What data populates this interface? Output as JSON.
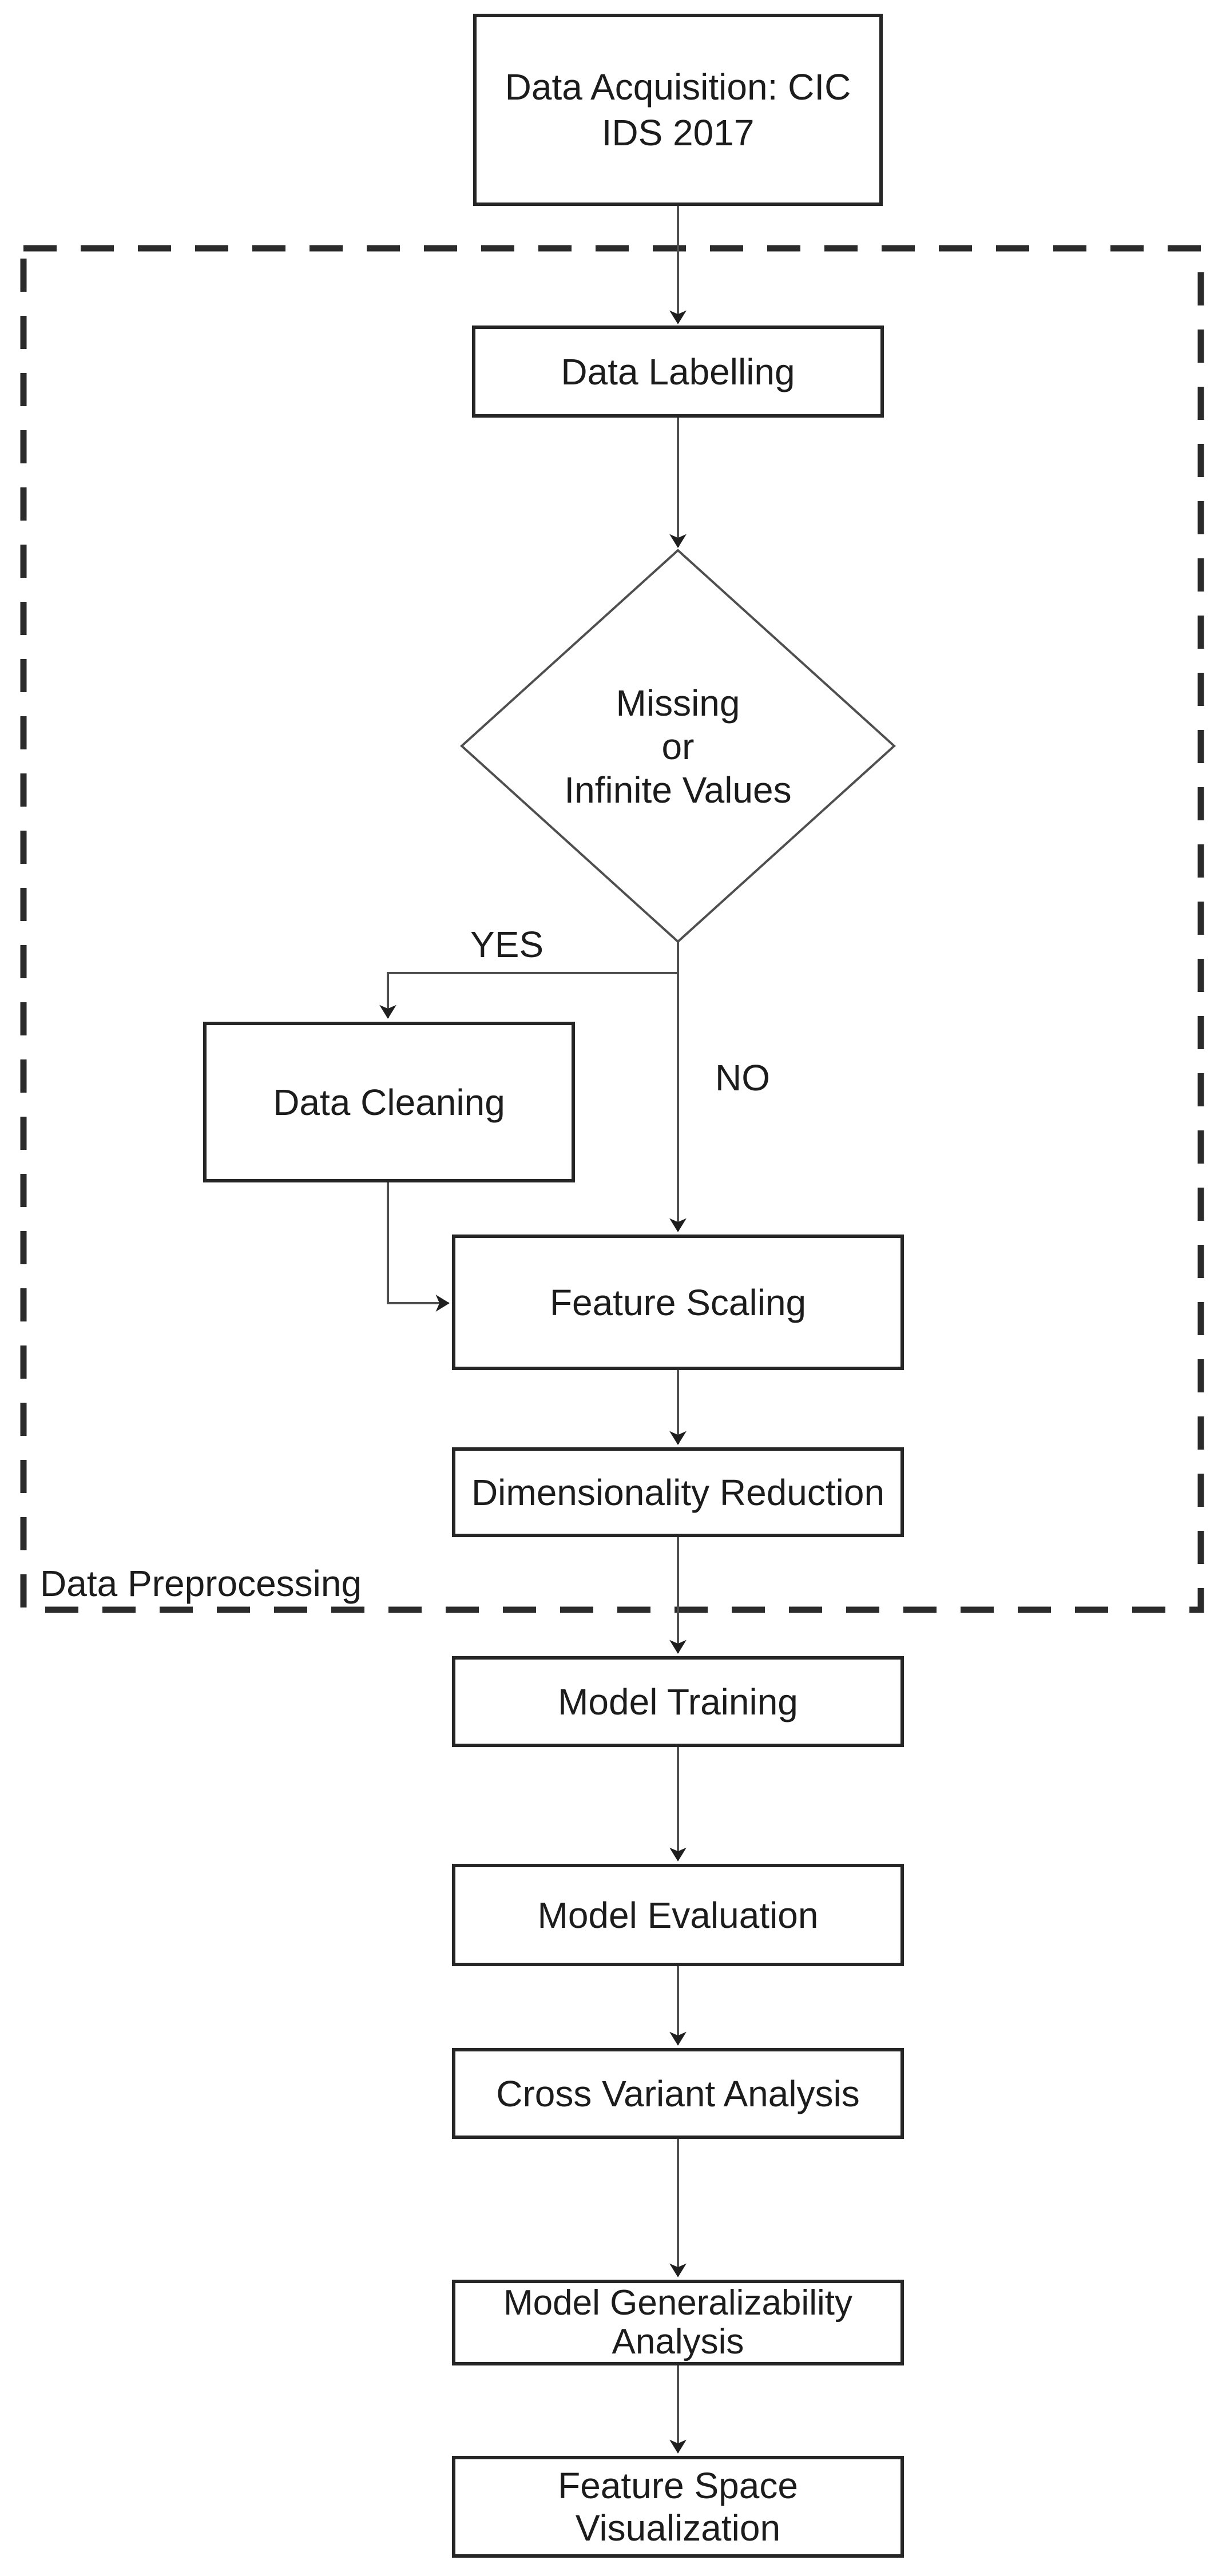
{
  "diagram": {
    "type": "flowchart",
    "nodes": {
      "data_acquisition": "Data Acquisition: CIC\nIDS 2017",
      "data_labelling": "Data Labelling",
      "decision_missing_infinite": "Missing\nor\nInfinite Values",
      "data_cleaning": "Data Cleaning",
      "feature_scaling": "Feature Scaling",
      "dimensionality_reduction": "Dimensionality Reduction",
      "model_training": "Model Training",
      "model_evaluation": "Model Evaluation",
      "cross_variant_analysis": "Cross Variant Analysis",
      "model_generalizability_analysis": "Model Generalizability\nAnalysis",
      "feature_space_visualization": "Feature Space\nVisualization"
    },
    "branch_labels": {
      "yes": "YES",
      "no": "NO"
    },
    "group_label": "Data Preprocessing",
    "colors": {
      "background": "#ffffff",
      "box_border": "#262626",
      "connector": "#4f4f4f",
      "arrowhead": "#1f1f1f",
      "dashed_border": "#2b2b2b",
      "text": "#1c1c1c"
    }
  }
}
